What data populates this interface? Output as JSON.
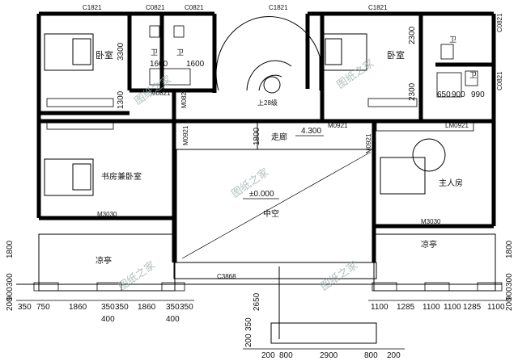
{
  "rooms": {
    "bedroom_left": "卧室",
    "bedroom_right": "卧室",
    "study": "书房兼卧室",
    "master": "主人房",
    "corridor": "走廊",
    "atrium": "中空",
    "pavilion_left": "凉亭",
    "pavilion_right": "凉亭",
    "wc1": "卫",
    "wc2": "卫",
    "wc3": "卫",
    "wc4": "卫"
  },
  "stairs": "上28级",
  "levels": {
    "corridor": "4.300",
    "atrium": "±0.000"
  },
  "codes": {
    "c1821_a": "C1821",
    "c0821_a": "C0821",
    "c0821_b": "C0821",
    "c1821_b": "C1821",
    "c1821_c": "C1821",
    "c0821_r1": "C0821",
    "c0821_r2": "C0821",
    "m0821_a": "M0821",
    "m0821_b": "M0821",
    "m0921_a": "M0921",
    "m0921_b": "M0921",
    "m0921_c": "M0921",
    "lm0921": "LM0921",
    "m3030_a": "M3030",
    "m3030_b": "M3030",
    "c3868": "C3868"
  },
  "fixtures": {
    "w1600_a": "1600",
    "w1600_b": "1600",
    "w650": "650",
    "w900": "900",
    "w990": "990"
  },
  "dims_left_v": {
    "d3300": "3300",
    "d1300": "1300",
    "d1800": "1800",
    "d300": "300",
    "d900": "900",
    "d200": "200"
  },
  "dims_right_v": {
    "d2300a": "2300",
    "d2300b": "2300",
    "d1800": "1800",
    "d300": "300",
    "d900": "900",
    "d200": "200"
  },
  "dims_bottom_left": [
    "350",
    "750",
    "1860",
    "350",
    "350",
    "1860",
    "350",
    "350"
  ],
  "dims_bottom_left_sub": [
    "400",
    "400"
  ],
  "dims_bottom_right": [
    "1100",
    "1285",
    "1100",
    "1100",
    "1285",
    "1100"
  ],
  "dims_bottom_center": [
    "200",
    "800",
    "2900",
    "800",
    "200"
  ],
  "dims_center_v": {
    "d1800": "1800",
    "d2650": "2650",
    "d350": "350",
    "d200": "200"
  },
  "watermark": "图纸之家"
}
